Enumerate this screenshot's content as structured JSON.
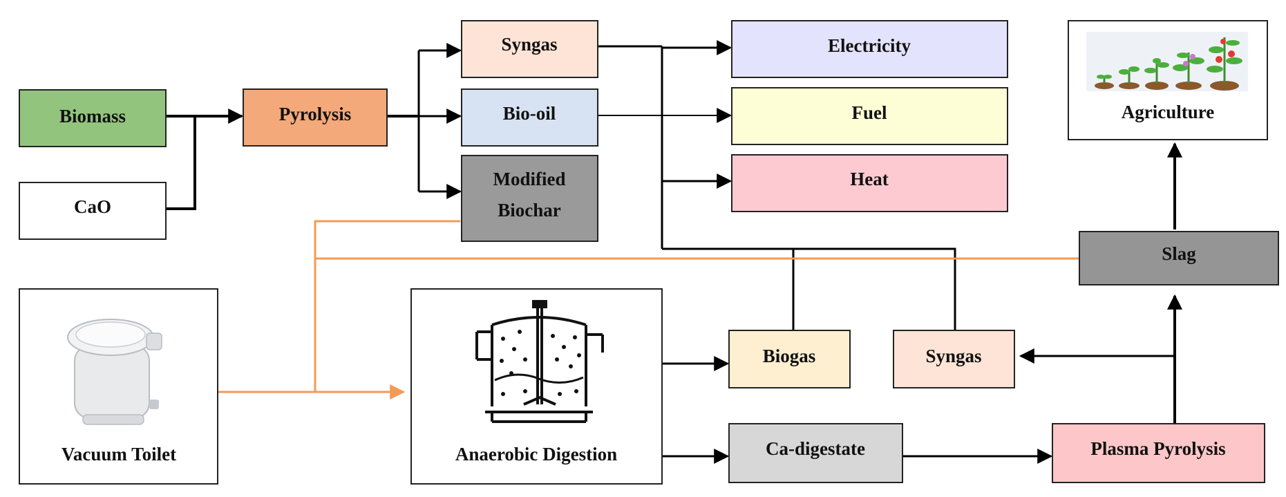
{
  "colors": {
    "biomass": "#93c47d",
    "cao": "#ffffff",
    "pyrolysis": "#f4a97a",
    "syngas": "#fde4d6",
    "biooil": "#d7e3f3",
    "biochar": "#9a9a9a",
    "electricity": "#e4e3fd",
    "fuel": "#fefed6",
    "heat": "#fecad2",
    "biogas": "#fdefcf",
    "digestate": "#d7d7d7",
    "plasma": "#fdc7c9",
    "slag": "#959595",
    "frame": "#ffffff",
    "orange_line": "#f39a55",
    "black_line": "#000000"
  },
  "nodes": {
    "biomass": "Biomass",
    "cao": "CaO",
    "pyrolysis": "Pyrolysis",
    "syngas_top": "Syngas",
    "biooil": "Bio-oil",
    "biochar_line1": "Modified",
    "biochar_line2": "Biochar",
    "electricity": "Electricity",
    "fuel": "Fuel",
    "heat": "Heat",
    "agriculture": "Agriculture",
    "slag": "Slag",
    "vacuum_toilet": "Vacuum Toilet",
    "anaerobic_digestion": "Anaerobic Digestion",
    "biogas": "Biogas",
    "syngas_bottom": "Syngas",
    "ca_digestate": "Ca-digestate",
    "plasma_pyrolysis": "Plasma Pyrolysis"
  },
  "icons": {
    "agriculture": "plant-growth-icon",
    "vacuum_toilet": "toilet-icon",
    "anaerobic_digestion": "digester-tank-icon"
  }
}
